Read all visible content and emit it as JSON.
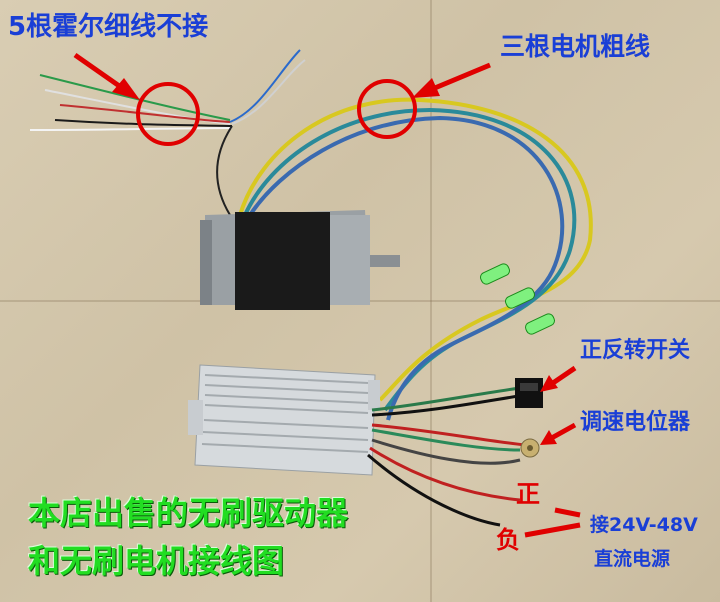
{
  "labels": {
    "hall_wires": "5根霍尔细线不接",
    "motor_wires": "三根电机粗线",
    "switch": "正反转开关",
    "potentiometer": "调速电位器",
    "positive": "正",
    "negative": "负",
    "power_line1": "接24V-48V",
    "power_line2": "直流电源",
    "caption_line1": "本店出售的无刷驱动器",
    "caption_line2": "和无刷电机接线图"
  },
  "colors": {
    "label_blue": "#1a3fd6",
    "label_red": "#e00000",
    "caption_green": "#22dd22",
    "arrow_red": "#e00000"
  }
}
